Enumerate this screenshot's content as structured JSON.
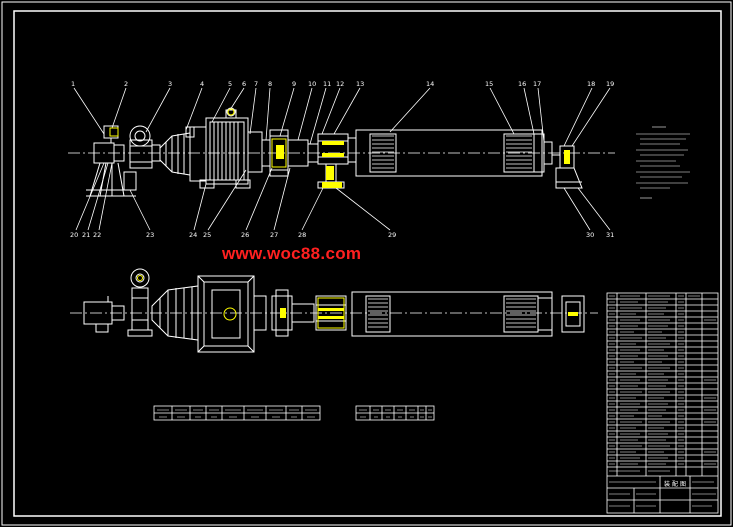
{
  "watermark": "www.woc88.com",
  "colors": {
    "background": "#000000",
    "line": "#ffffff",
    "accent": "#ffff00",
    "watermark": "#ff2020"
  },
  "balloons_top": [
    "1",
    "2",
    "3",
    "4",
    "5",
    "6",
    "7",
    "8",
    "9",
    "10",
    "11",
    "12",
    "13",
    "14",
    "15",
    "16",
    "17",
    "18",
    "19"
  ],
  "balloons_bottom": [
    "20",
    "21",
    "22",
    "23",
    "24",
    "25",
    "26",
    "27",
    "28",
    "29",
    "30",
    "31"
  ],
  "title_block": {
    "title_chars": [
      "装",
      "配",
      "图"
    ]
  }
}
